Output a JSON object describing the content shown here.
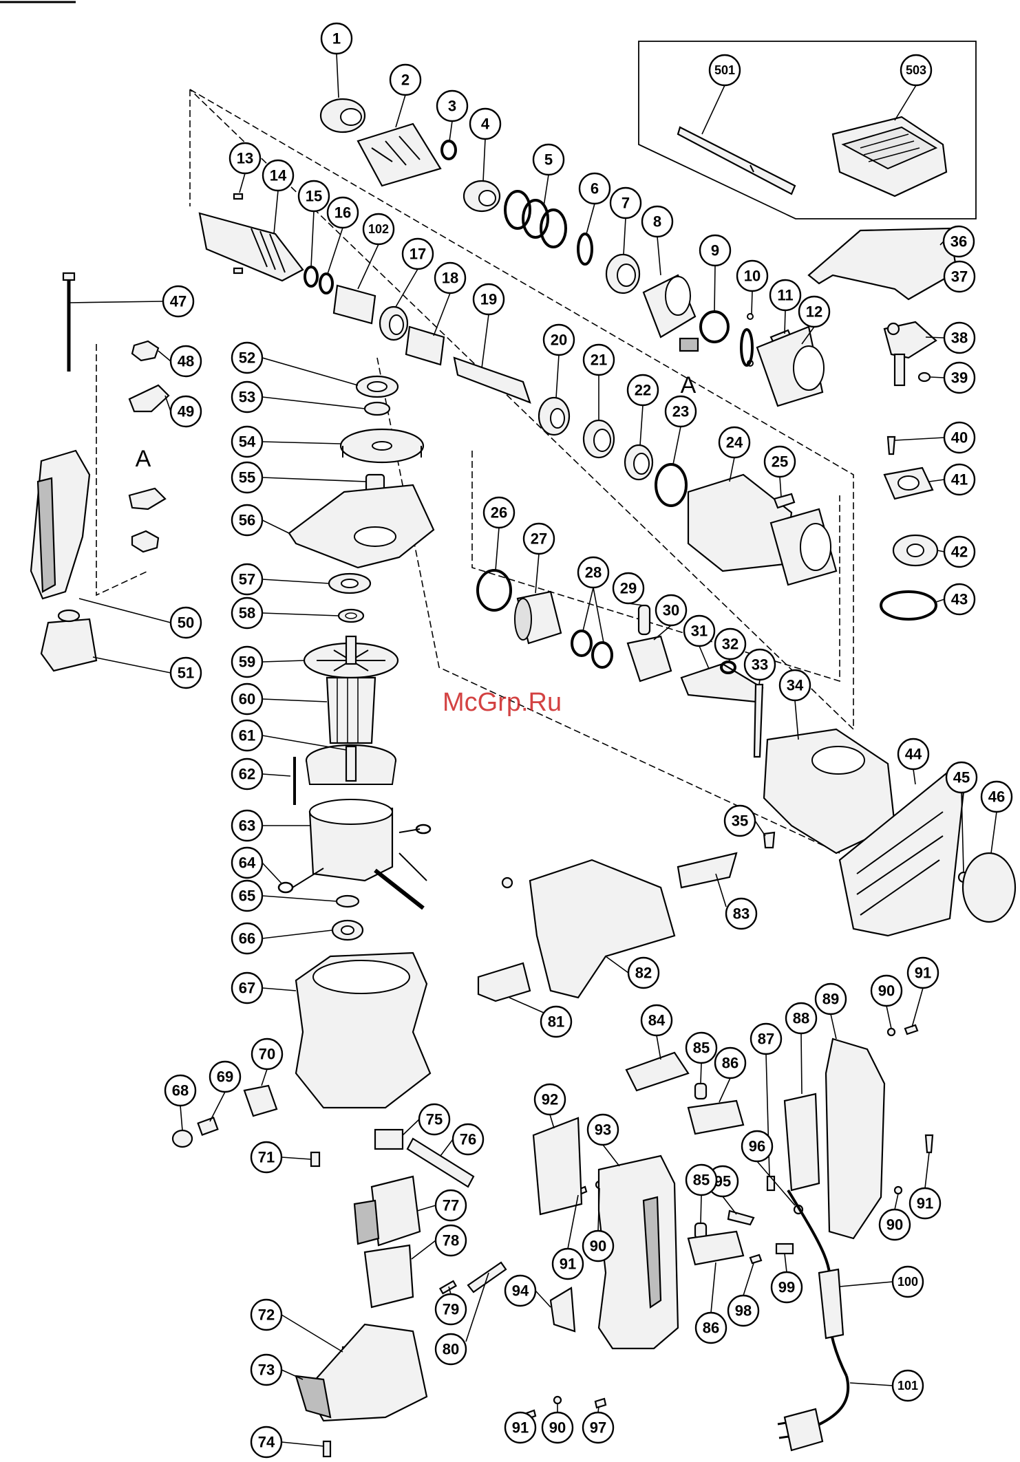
{
  "watermark": "McGrp.Ru",
  "detail_letter": "A",
  "part_numbers": [
    "1",
    "2",
    "3",
    "4",
    "5",
    "6",
    "7",
    "8",
    "9",
    "10",
    "11",
    "12",
    "13",
    "14",
    "15",
    "16",
    "102",
    "17",
    "18",
    "19",
    "20",
    "21",
    "22",
    "23",
    "24",
    "25",
    "26",
    "27",
    "28",
    "29",
    "30",
    "31",
    "32",
    "33",
    "34",
    "35",
    "36",
    "37",
    "38",
    "39",
    "40",
    "41",
    "42",
    "43",
    "44",
    "45",
    "46",
    "47",
    "48",
    "49",
    "50",
    "51",
    "52",
    "53",
    "54",
    "55",
    "56",
    "57",
    "58",
    "59",
    "60",
    "61",
    "62",
    "63",
    "64",
    "65",
    "66",
    "67",
    "68",
    "69",
    "70",
    "71",
    "72",
    "73",
    "74",
    "75",
    "76",
    "77",
    "78",
    "79",
    "80",
    "81",
    "82",
    "83",
    "84",
    "85",
    "86",
    "87",
    "88",
    "89",
    "90",
    "91",
    "92",
    "93",
    "94",
    "95",
    "96",
    "97",
    "98",
    "99",
    "100",
    "101",
    "501",
    "503"
  ],
  "accessories_box_parts": [
    "501",
    "503"
  ]
}
